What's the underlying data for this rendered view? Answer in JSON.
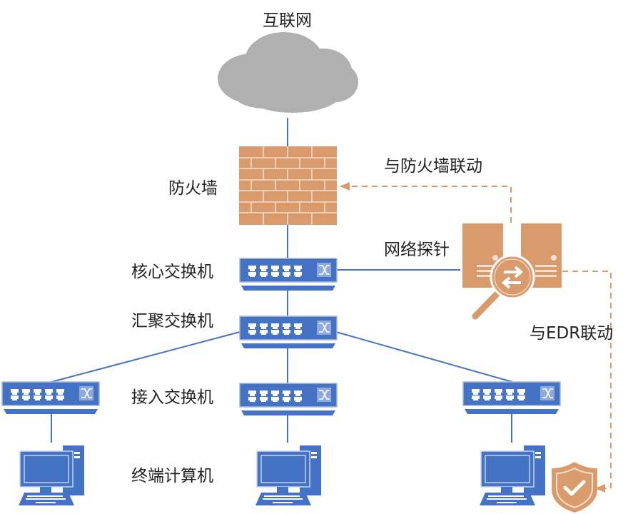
{
  "title": "网络拓扑",
  "colors": {
    "link": "#4472c4",
    "device": "#4472c4",
    "accent": "#d99a6c",
    "cloud": "#b0b0b0",
    "text": "#222222"
  },
  "nodes": {
    "internet": {
      "label": "互联网",
      "icon": "cloud-icon"
    },
    "firewall": {
      "label": "防火墙",
      "icon": "brick-wall-icon"
    },
    "core_switch": {
      "label": "核心交换机",
      "icon": "switch-icon"
    },
    "aggregation_switch": {
      "label": "汇聚交换机",
      "icon": "switch-icon"
    },
    "access_switch": {
      "label": "接入交换机",
      "icon": "switch-icon"
    },
    "terminal": {
      "label": "终端计算机",
      "icon": "desktop-computer-icon"
    },
    "probe": {
      "label": "网络探针",
      "icon": "server-search-icon"
    },
    "edr": {
      "icon": "shield-check-icon"
    }
  },
  "links": {
    "firewall_linkage": "与防火墙联动",
    "edr_linkage": "与EDR联动"
  }
}
